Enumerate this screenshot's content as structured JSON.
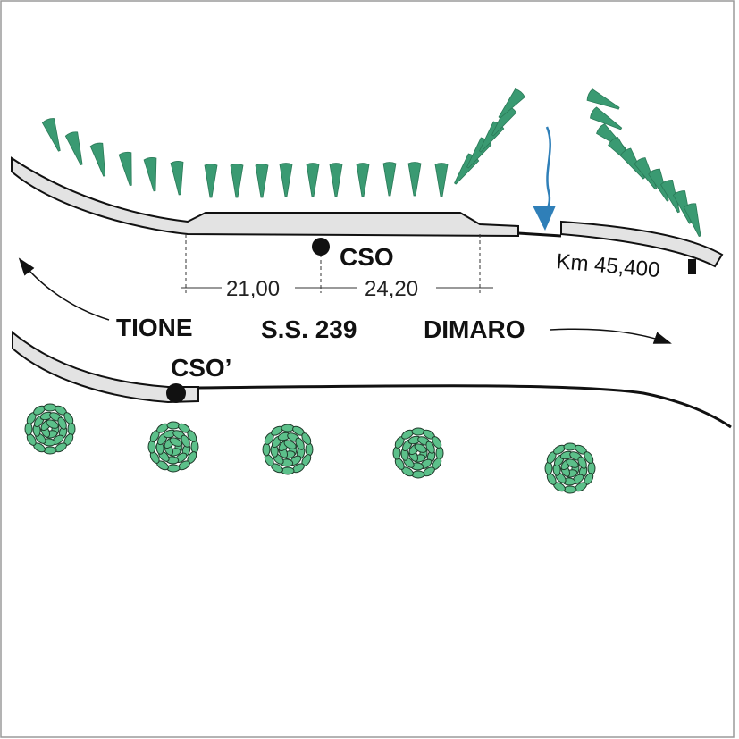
{
  "labels": {
    "cso": "CSO",
    "cso_prime": "CSO’",
    "tione": "TIONE",
    "road": "S.S. 239",
    "dimaro": "DIMARO",
    "dim_left": "21,00",
    "dim_right": "24,20",
    "km": "Km 45,400"
  },
  "icons": {
    "conifer": "conifer-tree-icon",
    "shrub": "shrub-icon",
    "flow_arrow": "water-flow-arrow-icon",
    "direction_arrow": "direction-arrow-icon"
  },
  "colors": {
    "conifer": "#3a9a72",
    "shrub_fill": "#5cc08a",
    "shrub_stroke": "#1f3a2a",
    "water_arrow": "#2f7fb8",
    "sidewalk_fill": "#e3e3e3",
    "line": "#111111"
  }
}
